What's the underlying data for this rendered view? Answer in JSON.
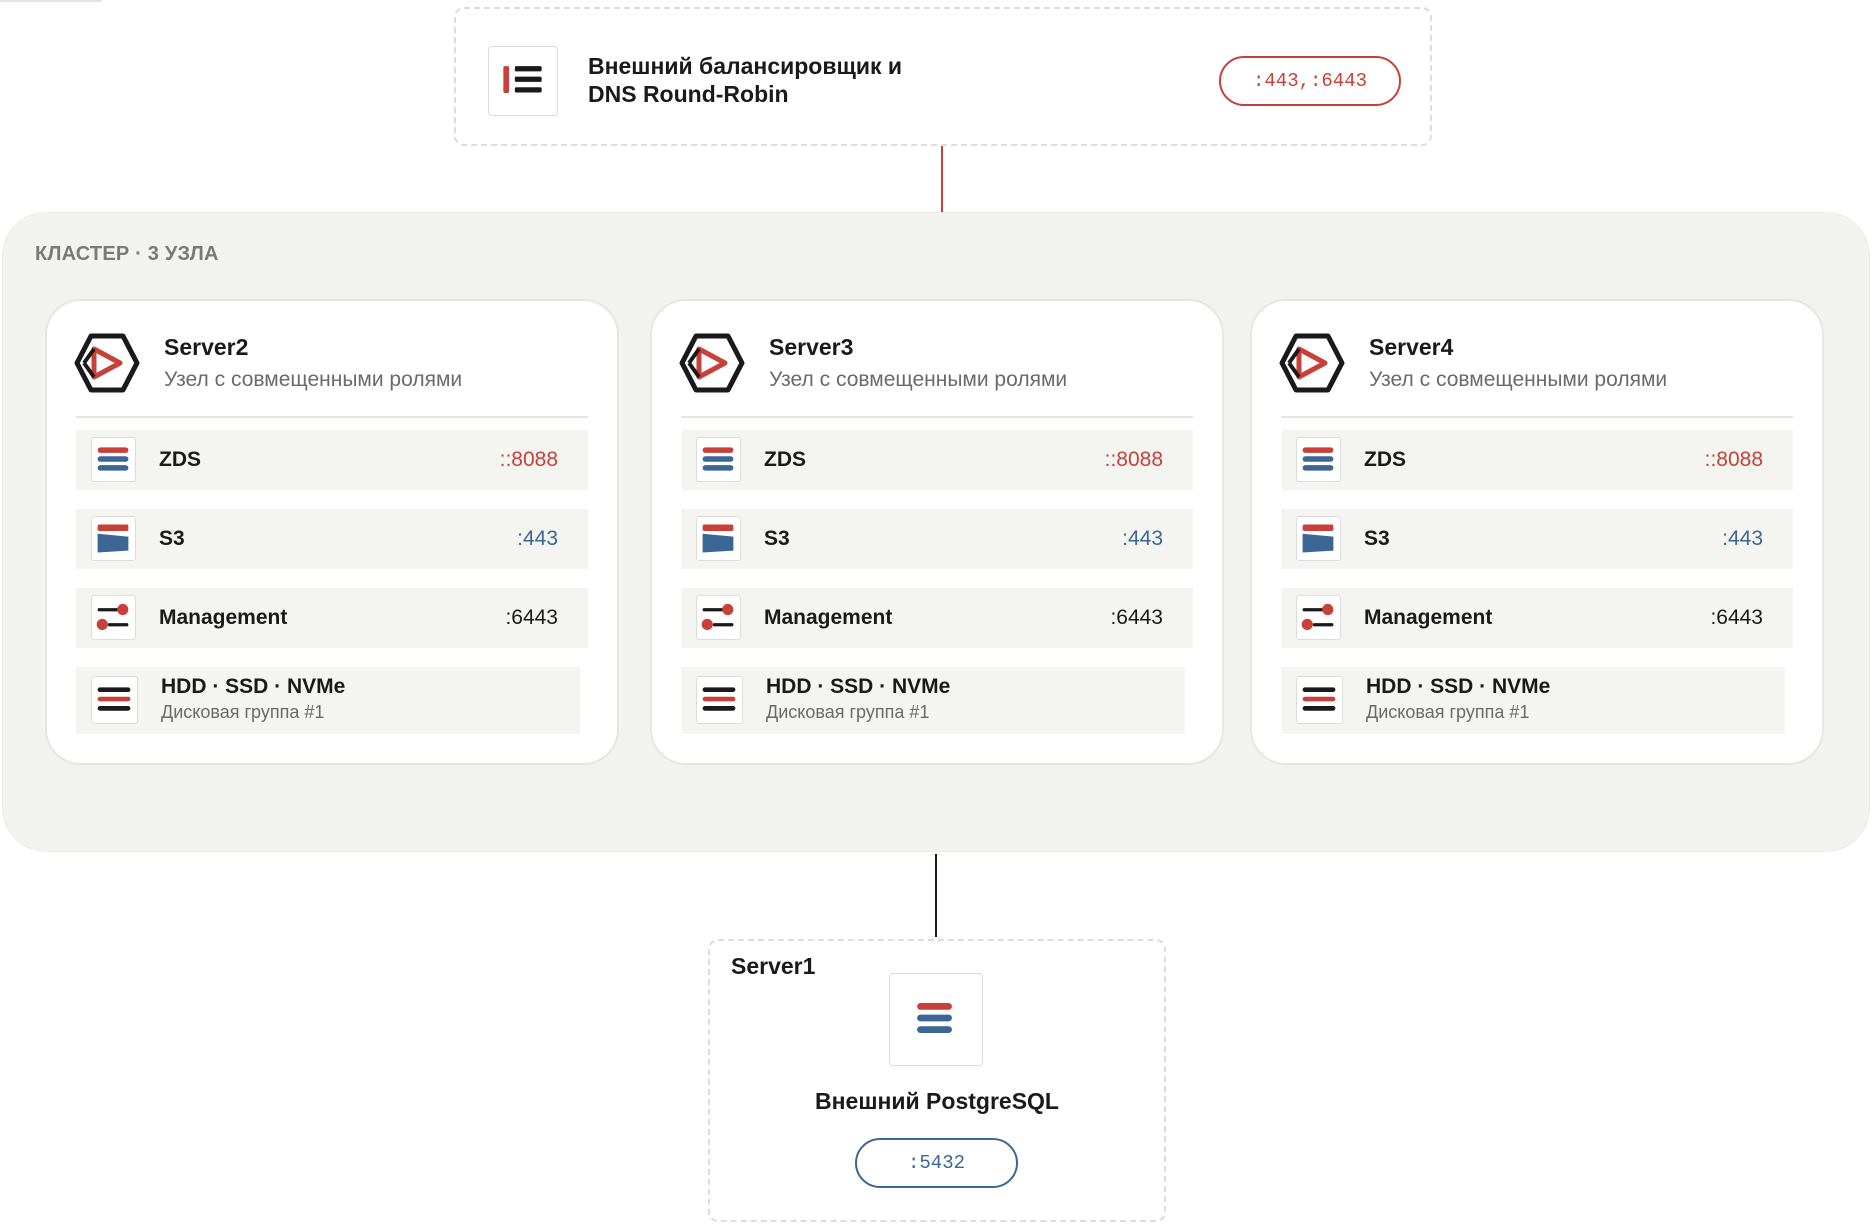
{
  "load_balancer": {
    "title_line1": "Внешний балансировщик и",
    "title_line2": "DNS Round-Robin",
    "ports": ":443,:6443",
    "icon": "load-balancer-icon"
  },
  "cluster": {
    "label": "КЛАСТЕР · 3 УЗЛА",
    "nodes": [
      {
        "name": "Server2",
        "subtitle": "Узел с совмещенными ролями",
        "services": [
          {
            "name": "ZDS",
            "port": "::8088",
            "icon": "zds-icon"
          },
          {
            "name": "S3",
            "port": ":443",
            "icon": "s3-icon"
          },
          {
            "name": "Management",
            "port": ":6443",
            "icon": "management-icon"
          }
        ],
        "disk": {
          "title": "HDD · SSD · NVMe",
          "subtitle": "Дисковая группа #1",
          "icon": "disk-icon"
        }
      },
      {
        "name": "Server3",
        "subtitle": "Узел с совмещенными ролями",
        "services": [
          {
            "name": "ZDS",
            "port": "::8088",
            "icon": "zds-icon"
          },
          {
            "name": "S3",
            "port": ":443",
            "icon": "s3-icon"
          },
          {
            "name": "Management",
            "port": ":6443",
            "icon": "management-icon"
          }
        ],
        "disk": {
          "title": "HDD · SSD · NVMe",
          "subtitle": "Дисковая группа #1",
          "icon": "disk-icon"
        }
      },
      {
        "name": "Server4",
        "subtitle": "Узел с совмещенными ролями",
        "services": [
          {
            "name": "ZDS",
            "port": "::8088",
            "icon": "zds-icon"
          },
          {
            "name": "S3",
            "port": ":443",
            "icon": "s3-icon"
          },
          {
            "name": "Management",
            "port": ":6443",
            "icon": "management-icon"
          }
        ],
        "disk": {
          "title": "HDD · SSD · NVMe",
          "subtitle": "Дисковая группа #1",
          "icon": "disk-icon"
        }
      }
    ]
  },
  "database": {
    "server": "Server1",
    "title": "Внешний PostgreSQL",
    "port": ":5432",
    "icon": "postgresql-icon"
  },
  "colors": {
    "accent_red": "#c8403a",
    "accent_blue": "#3c6694",
    "cluster_bg": "#f2f2ee",
    "text_dark": "#1a1a1a",
    "text_muted": "#6a6a6a"
  }
}
